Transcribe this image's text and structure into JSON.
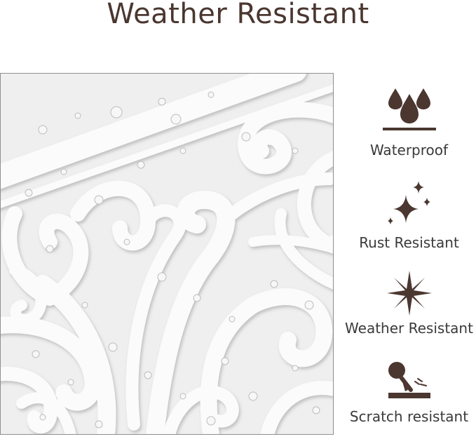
{
  "title": "Weather Resistant",
  "colors": {
    "accent": "#4b3730",
    "label": "#3a3a3a",
    "frame": "#8f8f8f"
  },
  "photo": {
    "subject": "white ornamental scrollwork panel with water droplets"
  },
  "features": [
    {
      "icon": "water-drops-icon",
      "label": "Waterproof"
    },
    {
      "icon": "sparkle-icon",
      "label": "Rust Resistant"
    },
    {
      "icon": "starburst-icon",
      "label": "Weather Resistant"
    },
    {
      "icon": "scratch-test-icon",
      "label": "Scratch resistant"
    }
  ]
}
